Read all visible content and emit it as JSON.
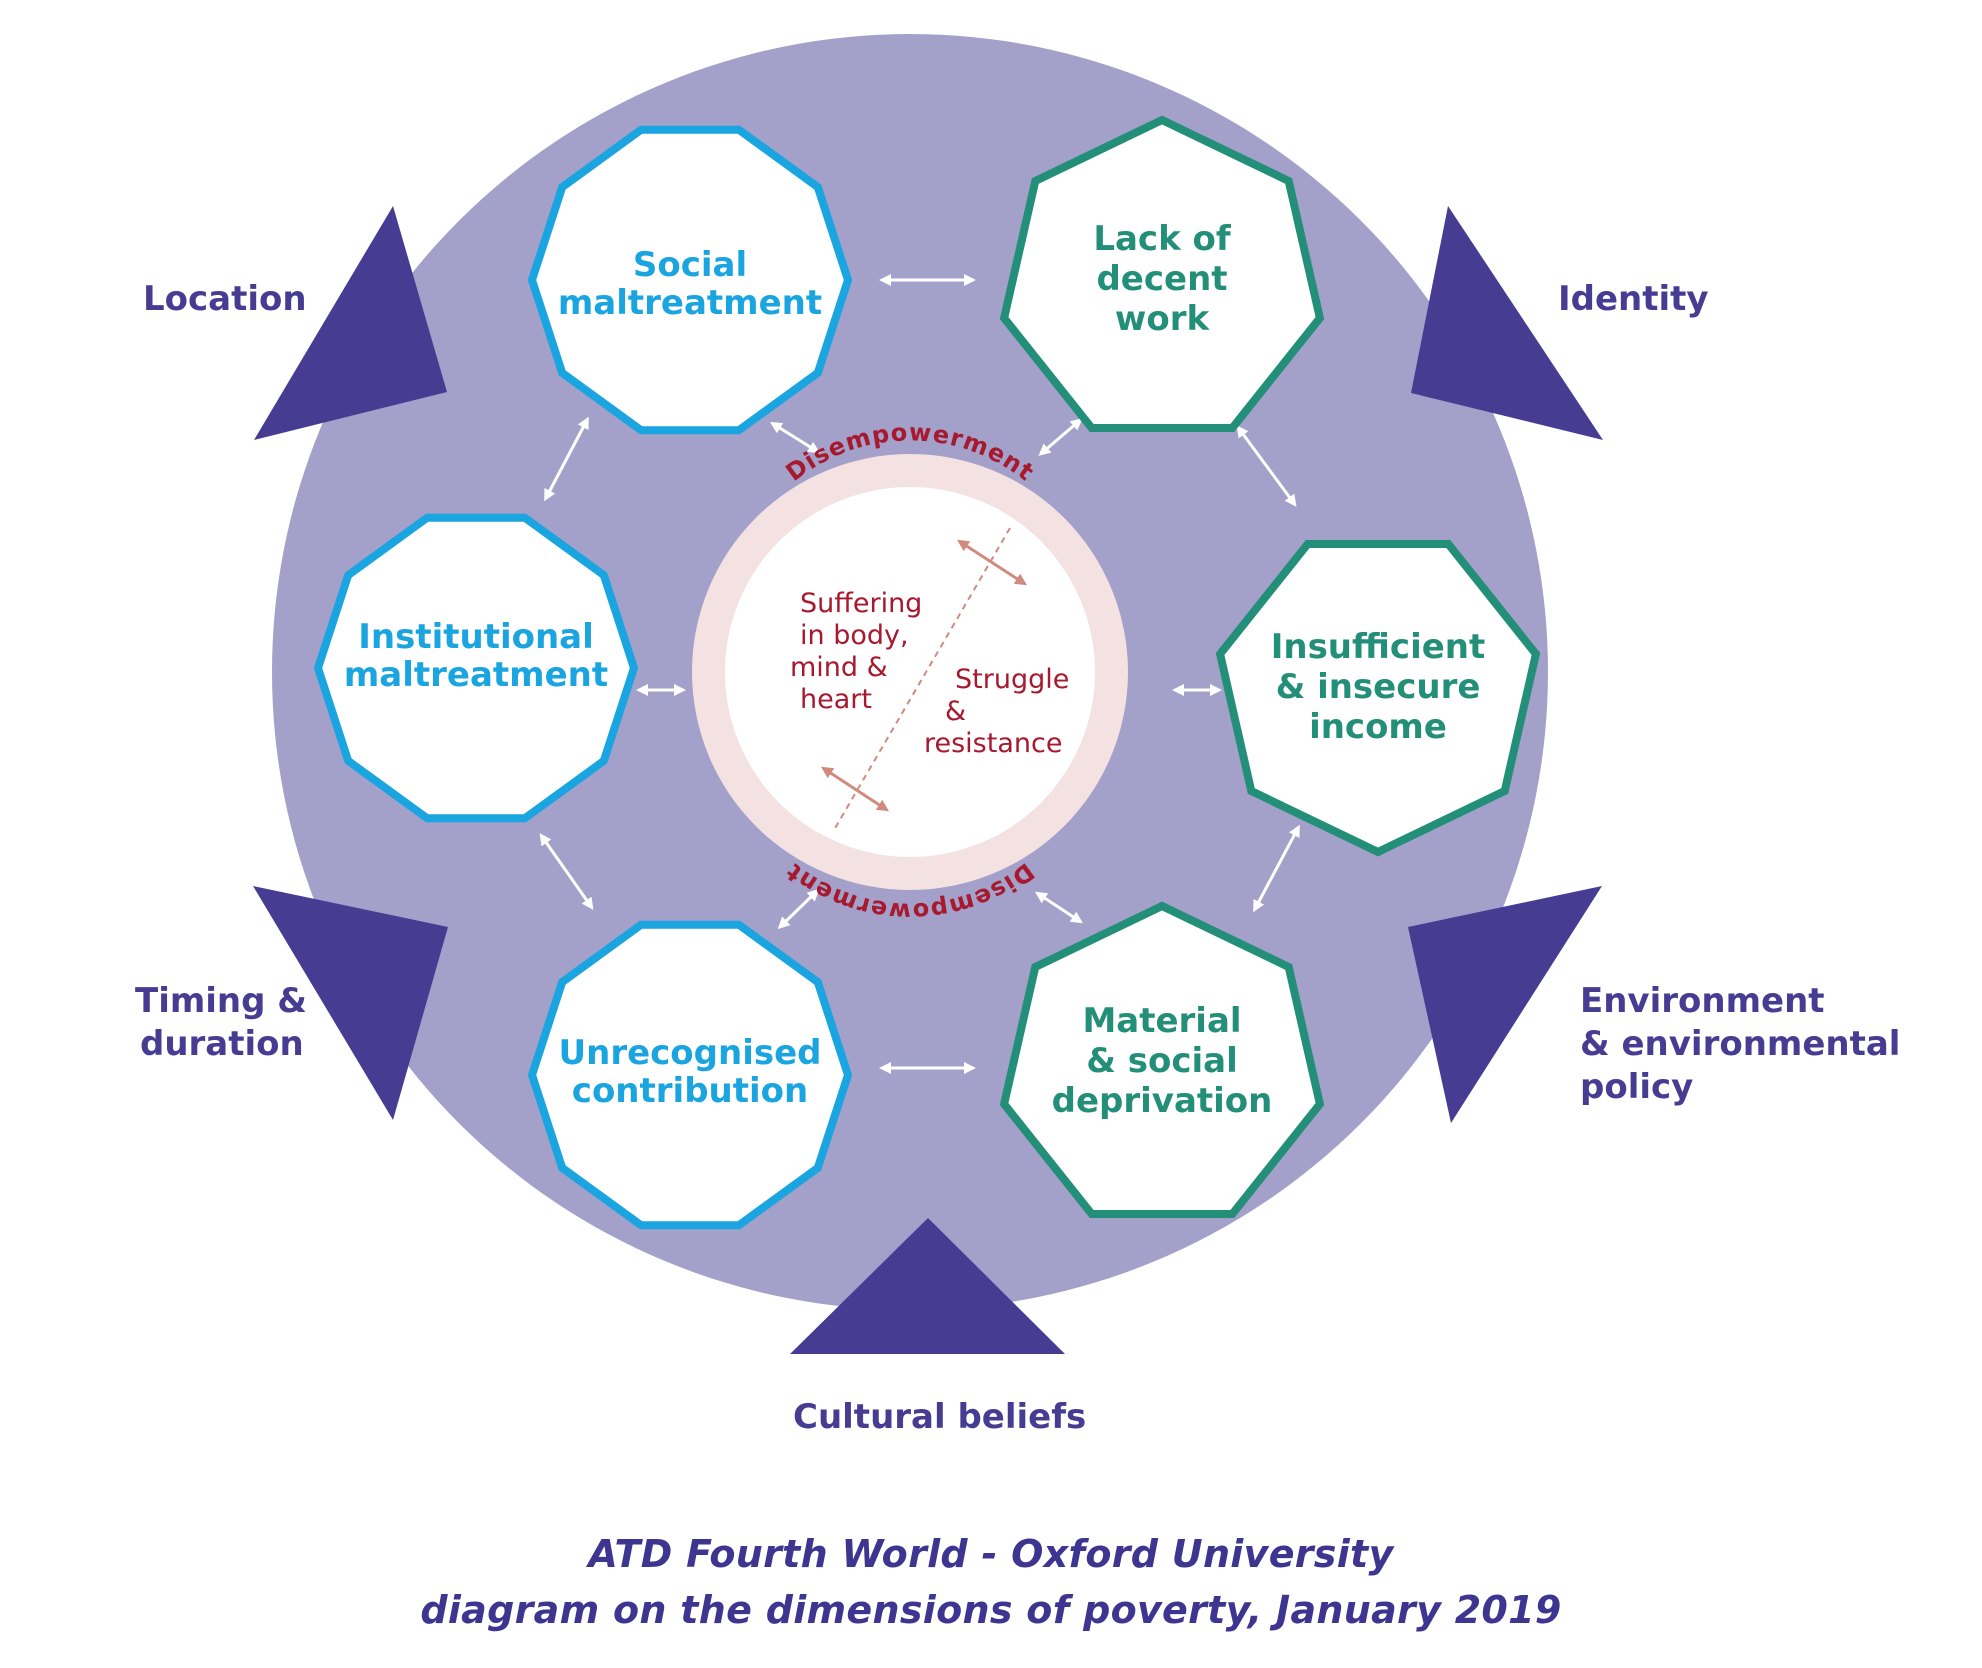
{
  "colors": {
    "circle_fill": "#a3a0ca",
    "triangle_fill": "#463d93",
    "outer_label": "#463d93",
    "blue_stroke": "#1aa4e0",
    "blue_text": "#1aa4e0",
    "green_stroke": "#238f79",
    "green_text": "#238f79",
    "ring_fill": "#f4e2e2",
    "center_text": "#a6192e",
    "center_arrow": "#d08a7e",
    "arrow": "#ffffff"
  },
  "outer_factors": {
    "location": "Location",
    "identity": "Identity",
    "timing_1": "Timing &",
    "timing_2": "duration",
    "environment_1": "Environment",
    "environment_2": "& environmental",
    "environment_3": "policy",
    "cultural": "Cultural beliefs"
  },
  "dimensions": {
    "social_1": "Social",
    "social_2": "maltreatment",
    "lack_1": "Lack of",
    "lack_2": "decent",
    "lack_3": "work",
    "institutional_1": "Institutional",
    "institutional_2": "maltreatment",
    "insufficient_1": "Insufficient",
    "insufficient_2": "& insecure",
    "insufficient_3": "income",
    "unrecognised_1": "Unrecognised",
    "unrecognised_2": "contribution",
    "material_1": "Material",
    "material_2": "& social",
    "material_3": "deprivation"
  },
  "core": {
    "disempowerment_top": "Disempowerment",
    "disempowerment_bottom": "Disempowerment",
    "suffering_1": "Suffering",
    "suffering_2": "in body,",
    "suffering_3": "mind &",
    "suffering_4": "heart",
    "struggle_1": "Struggle",
    "struggle_2": "&",
    "struggle_3": "resistance"
  },
  "caption": {
    "line1": "ATD Fourth World - Oxford University",
    "line2": "diagram on the dimensions of poverty, January 2019"
  }
}
